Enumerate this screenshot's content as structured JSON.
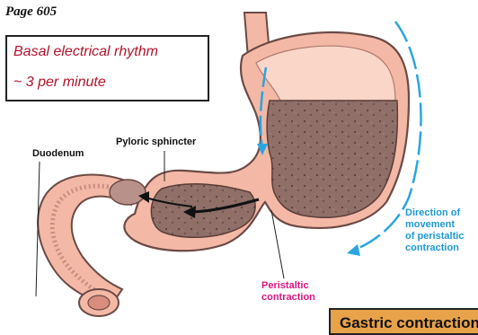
{
  "page_label": "Page 605",
  "rhythm_box": {
    "line1": "Basal electrical rhythm",
    "line2": "~ 3 per minute"
  },
  "labels": {
    "duodenum": "Duodenum",
    "pyloric_sphincter": "Pyloric sphincter",
    "peristaltic_line1": "Peristaltic",
    "peristaltic_line2": "contraction",
    "direction_line1": "Direction of",
    "direction_line2": "movement",
    "direction_line3": "of peristaltic",
    "direction_line4": "contraction"
  },
  "bottom_box": {
    "text": "Gastric contraction"
  },
  "colors": {
    "rhythm_text": "#b3122a",
    "peristaltic_label": "#e0127f",
    "direction_label": "#1d9ad6",
    "bottom_box_fill": "#e8a24a",
    "stomach_wall": "#f4b9a6",
    "stomach_contents": "#8a6a63"
  }
}
